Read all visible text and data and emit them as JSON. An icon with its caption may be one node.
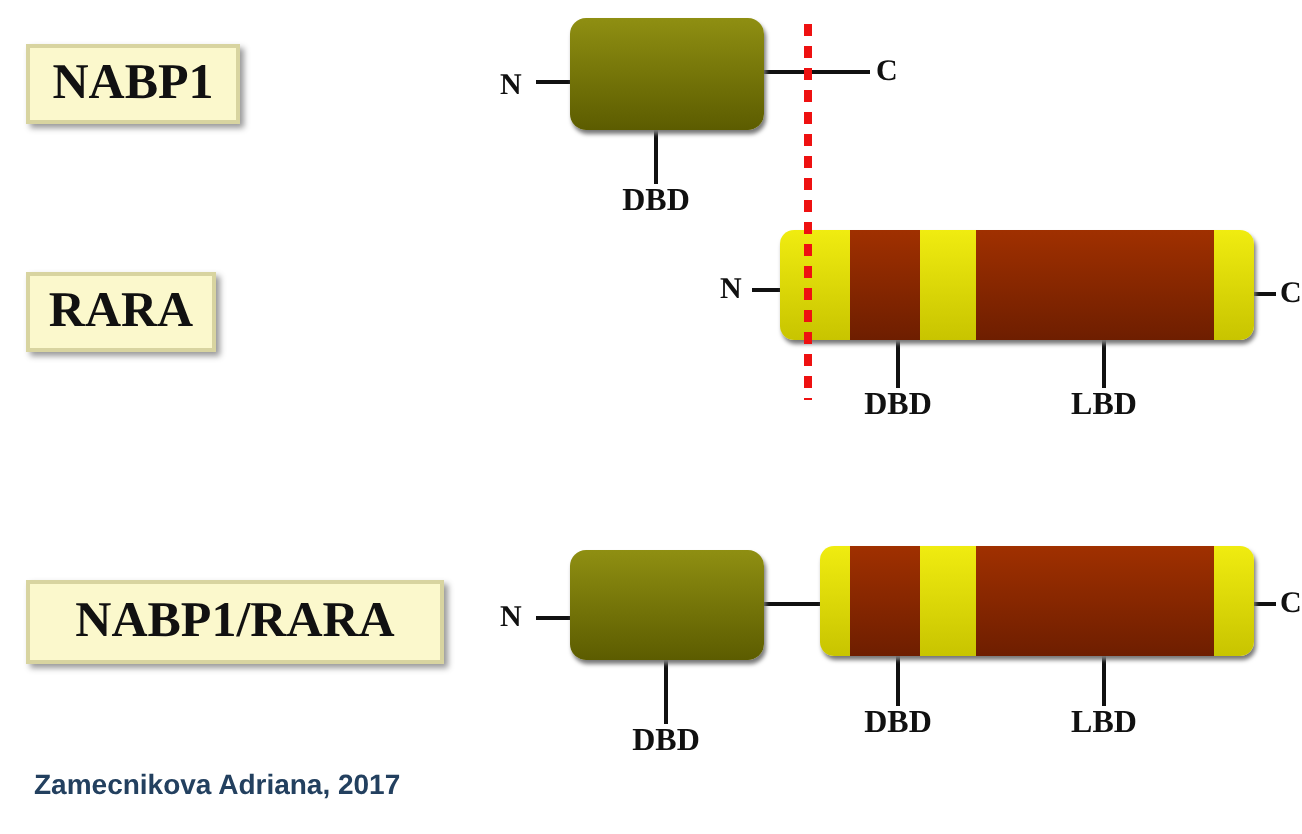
{
  "diagram": {
    "nodes": [
      {
        "text": [
          "NABP1"
        ]
      },
      {
        "text": [],
        "shape": "box"
      },
      {
        "text": [
          "DBD"
        ]
      },
      {
        "text": [
          "RARA"
        ]
      },
      {
        "text": [],
        "shape": "bar"
      },
      {
        "text": [],
        "shape": "box",
        "in": 4
      },
      {
        "text": [],
        "shape": "box",
        "in": 4
      },
      {
        "text": [
          "DBD"
        ]
      },
      {
        "text": [
          "LBD"
        ]
      },
      {
        "text": [
          "NABP1/RARA"
        ]
      },
      {
        "text": [],
        "shape": "box"
      },
      {
        "text": [],
        "shape": "bar"
      },
      {
        "text": [],
        "shape": "box",
        "in": 11
      },
      {
        "text": [],
        "shape": "box",
        "in": 11
      },
      {
        "text": [
          "DBD"
        ]
      },
      {
        "text": [
          "DBD"
        ]
      },
      {
        "text": [
          "LBD"
        ]
      }
    ],
    "edges": [
      {
        "from": 2,
        "to": 1,
        "arrow": "none"
      },
      {
        "from": 7,
        "to": 5,
        "arrow": "none"
      },
      {
        "from": 8,
        "to": 6,
        "arrow": "none"
      },
      {
        "from": 10,
        "to": 11,
        "arrow": "none"
      },
      {
        "from": 14,
        "to": 10,
        "arrow": "none"
      },
      {
        "from": 15,
        "to": 12,
        "arrow": "none"
      },
      {
        "from": 16,
        "to": 13,
        "arrow": "none"
      }
    ],
    "labels": [
      "N",
      "C",
      "N",
      "C",
      "N",
      "C",
      "Zamecnikova Adriana, 2017"
    ]
  }
}
